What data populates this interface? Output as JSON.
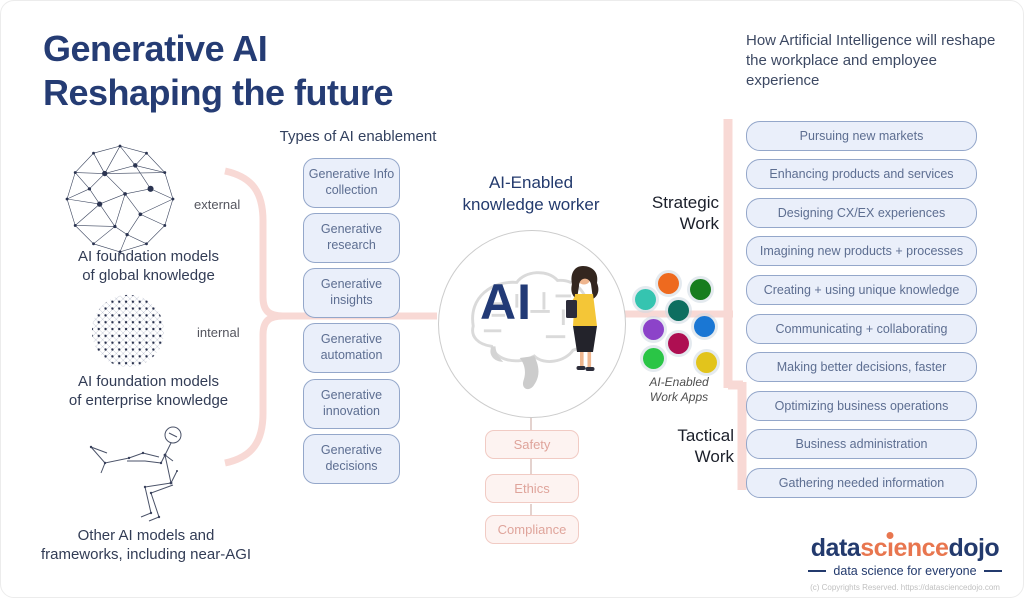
{
  "title": "Generative AI\nReshaping the future",
  "subtitle_right": "How Artificial Intelligence will reshape the workplace and employee experience",
  "left_column": {
    "items": [
      {
        "caption": "AI foundation models\nof global knowledge",
        "tag": "external"
      },
      {
        "caption": "AI foundation models\nof enterprise knowledge",
        "tag": "internal"
      },
      {
        "caption": "Other AI models and\nframeworks, including near-AGI",
        "tag": ""
      }
    ]
  },
  "enablement": {
    "header": "Types of AI enablement",
    "items": [
      "Generative Info\ncollection",
      "Generative\nresearch",
      "Generative\ninsights",
      "Generative\nautomation",
      "Generative\ninnovation",
      "Generative\ndecisions"
    ]
  },
  "center": {
    "header": "AI-Enabled\nknowledge worker",
    "ai_label": "AI",
    "governance": [
      "Safety",
      "Ethics",
      "Compliance"
    ]
  },
  "work_apps": {
    "label": "AI-Enabled\nWork Apps",
    "dot_colors": [
      "#35c4b0",
      "#ee6a1f",
      "#177d1e",
      "#0d6e60",
      "#8c43c9",
      "#1a77d4",
      "#ae0f52",
      "#2ac546",
      "#e2c41c"
    ]
  },
  "work_labels": {
    "strategic": "Strategic\nWork",
    "tactical": "Tactical\nWork"
  },
  "right_column": {
    "items": [
      "Pursuing new markets",
      "Enhancing products and services",
      "Designing CX/EX experiences",
      "Imagining new products + processes",
      "Creating + using unique knowledge",
      "Communicating + collaborating",
      "Making better decisions, faster",
      "Optimizing business operations",
      "Business administration",
      "Gathering needed information"
    ]
  },
  "footer": {
    "logo_part1": "data",
    "logo_part2a": "sc",
    "logo_part2b": "ı",
    "logo_part2c": "ence",
    "logo_part3": "dojo",
    "tagline": "data science for everyone",
    "copyright": "(c) Copyrights Reserved. https://datasciencedojo.com"
  },
  "colors": {
    "accent_navy": "#253c74",
    "connector_pink": "#f8d9d5",
    "box_blue_fill": "#eaeffa",
    "box_blue_border": "#94a7ca",
    "governance_fill": "#fdf3f1",
    "governance_border": "#f1cbc4",
    "logo_coral": "#e8764f"
  }
}
